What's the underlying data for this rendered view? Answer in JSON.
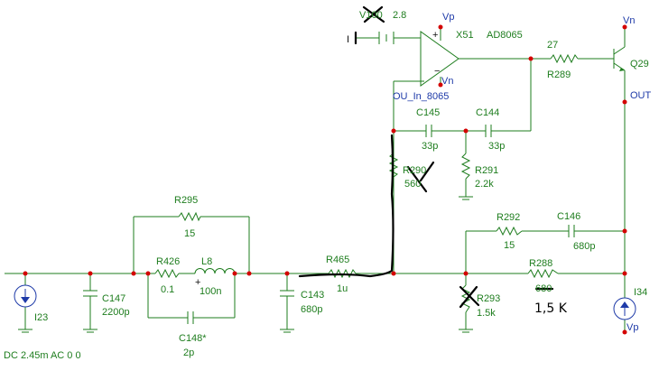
{
  "labels": {
    "vp_top": "Vp",
    "x51": "X51",
    "ad8065": "AD8065",
    "vn_opamp": "Vn",
    "ou_in": "OU_In_8065",
    "v_src": "V100",
    "v_src_val": "2.8",
    "src_mark": "I",
    "plus": "+",
    "minus": "−",
    "r289_val": "27",
    "r289": "R289",
    "q29": "Q29",
    "vn_q": "Vn",
    "out": "OUT",
    "c145": "C145",
    "c145_val": "33p",
    "c144": "C144",
    "c144_val": "33p",
    "r290": "R290",
    "r290_val": "560",
    "r291": "R291",
    "r291_val": "2.2k",
    "r295": "R295",
    "r295_val": "15",
    "r426": "R426",
    "r426_val": "0.1",
    "l8": "L8",
    "l8_val": "100n",
    "c148": "C148*",
    "c148_val": "2p",
    "r465": "R465",
    "r465_val": "1u",
    "c147": "C147",
    "c147_val": "2200p",
    "c143": "C143",
    "c143_val": "680p",
    "i23": "I23",
    "dc_line": "DC 2.45m AC 0 0",
    "r292": "R292",
    "r292_val": "15",
    "c146": "C146",
    "c146_val": "680p",
    "r288": "R288",
    "r288_val": "680",
    "r293": "R293",
    "r293_val": "1.5k",
    "i34": "I34",
    "vp_i34": "Vp",
    "hand_note": "1,5 K"
  },
  "colors": {
    "wire": "#1e7d1e",
    "node": "#d40000",
    "port": "#1e3aa8",
    "ink": "#000000"
  }
}
